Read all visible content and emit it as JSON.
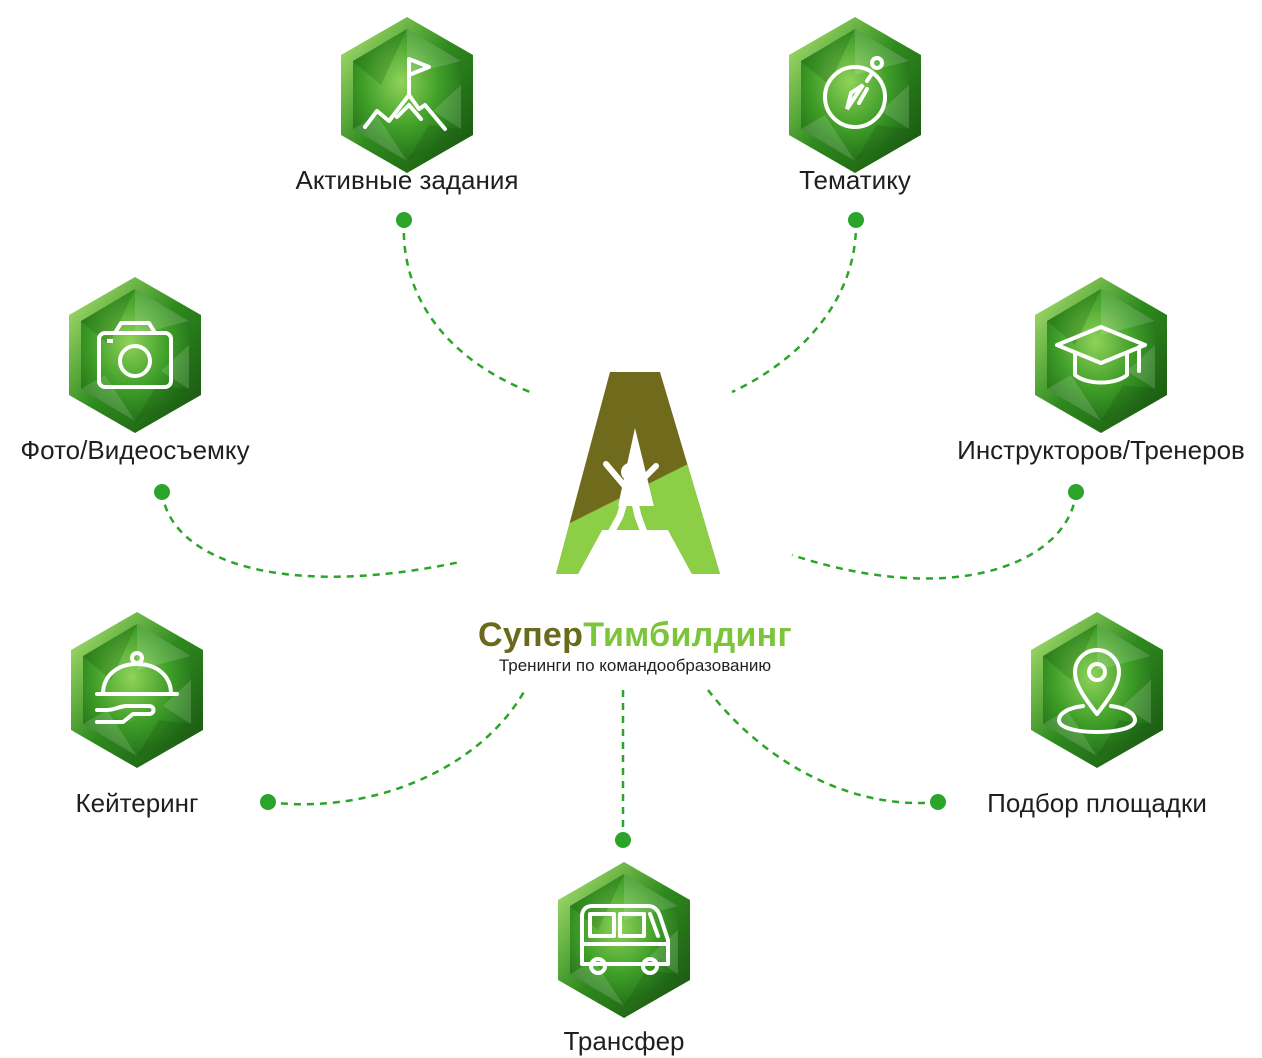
{
  "brand": {
    "name_part1": "Супер",
    "name_part2": "Тимбилдинг",
    "tagline": "Тренинги по командообразованию"
  },
  "colors": {
    "accent": "#2aa52a",
    "gem_dark": "#1f6a17",
    "gem_mid": "#3f9e28",
    "gem_light": "#8fd35a",
    "logo_olive": "#6f6a1c",
    "logo_lime": "#8ccf47",
    "text": "#1f1f1f"
  },
  "nodes": [
    {
      "id": "active",
      "label": "Активные задания",
      "icon": "mountain-flag-icon"
    },
    {
      "id": "theme",
      "label": "Тематику",
      "icon": "compass-icon"
    },
    {
      "id": "photo",
      "label": "Фото/Видеосъемку",
      "icon": "camera-icon"
    },
    {
      "id": "instructors",
      "label": "Инструкторов/Тренеров",
      "icon": "graduation-cap-icon"
    },
    {
      "id": "catering",
      "label": "Кейтеринг",
      "icon": "serving-cloche-icon"
    },
    {
      "id": "venue",
      "label": "Подбор площадки",
      "icon": "location-pin-icon"
    },
    {
      "id": "transfer",
      "label": "Трансфер",
      "icon": "bus-icon"
    }
  ]
}
